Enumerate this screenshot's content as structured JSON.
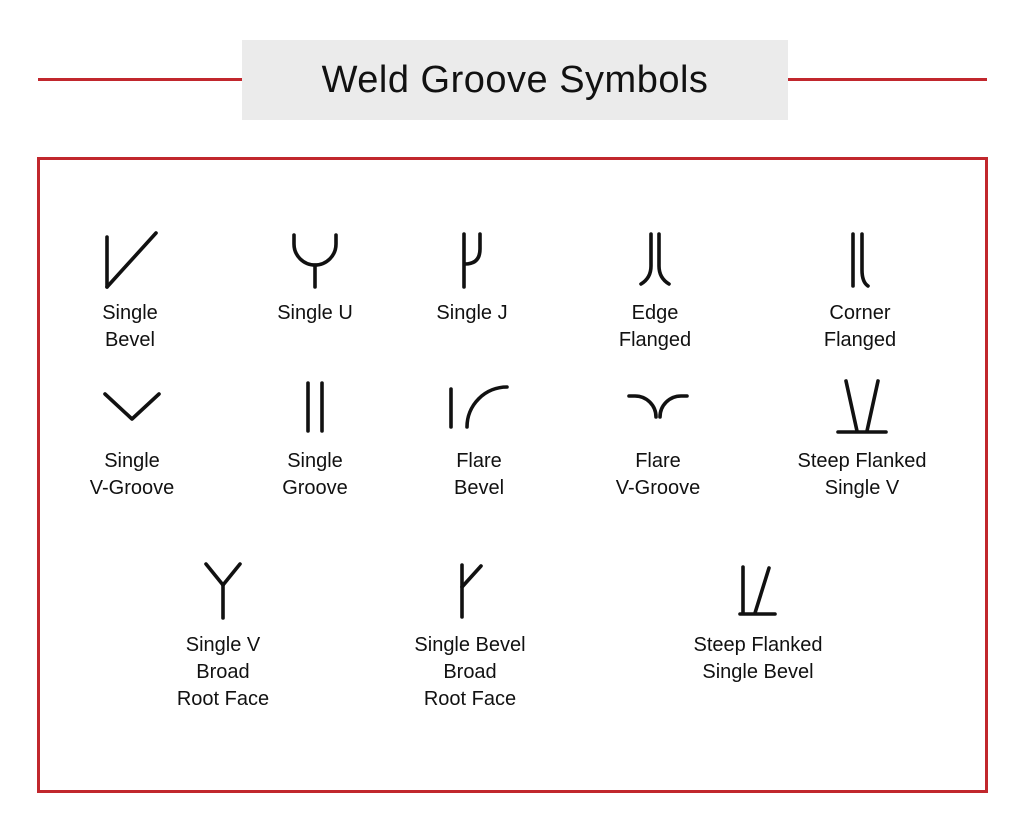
{
  "title": {
    "text": "Weld Groove Symbols"
  },
  "colors": {
    "accent_red": "#c1272d",
    "title_background": "#ebebeb",
    "ink": "#111111"
  },
  "symbols": [
    {
      "icon": "single-bevel-icon",
      "label": "Single\nBevel"
    },
    {
      "icon": "single-u-icon",
      "label": "Single U"
    },
    {
      "icon": "single-j-icon",
      "label": "Single J"
    },
    {
      "icon": "edge-flanged-icon",
      "label": "Edge\nFlanged"
    },
    {
      "icon": "corner-flanged-icon",
      "label": "Corner\nFlanged"
    },
    {
      "icon": "single-v-groove-icon",
      "label": "Single\nV-Groove"
    },
    {
      "icon": "single-groove-icon",
      "label": "Single\nGroove"
    },
    {
      "icon": "flare-bevel-icon",
      "label": "Flare\nBevel"
    },
    {
      "icon": "flare-v-groove-icon",
      "label": "Flare\nV-Groove"
    },
    {
      "icon": "steep-flanked-single-v-icon",
      "label": "Steep Flanked\nSingle V"
    },
    {
      "icon": "single-v-broad-root-face-icon",
      "label": "Single V\nBroad\nRoot Face"
    },
    {
      "icon": "single-bevel-broad-root-face-icon",
      "label": "Single Bevel\nBroad\nRoot Face"
    },
    {
      "icon": "steep-flanked-single-bevel-icon",
      "label": "Steep Flanked\nSingle Bevel"
    }
  ]
}
